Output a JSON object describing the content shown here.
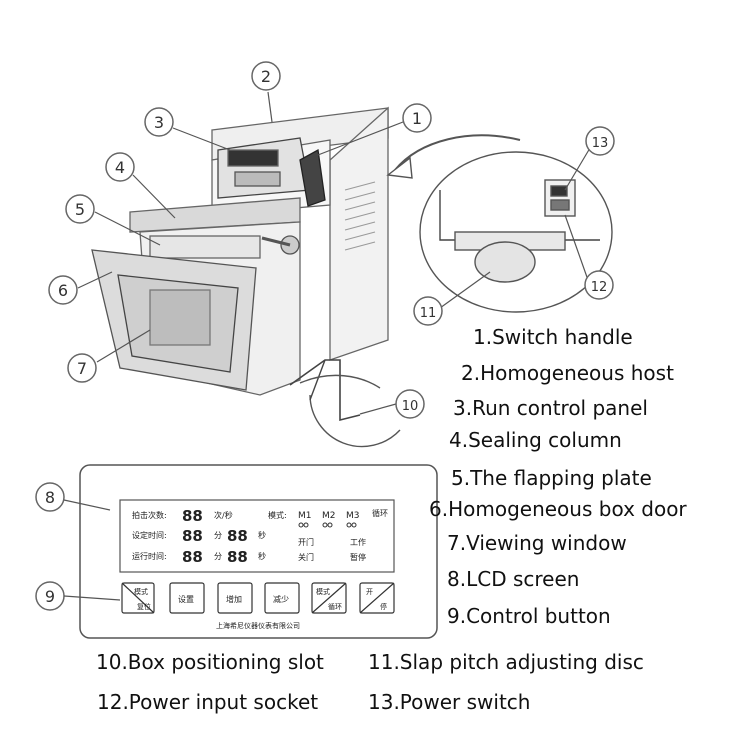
{
  "callouts": [
    "1",
    "2",
    "3",
    "4",
    "5",
    "6",
    "7",
    "8",
    "9",
    "10",
    "11",
    "12",
    "13"
  ],
  "legend": [
    "1.Switch handle",
    "2.Homogeneous host",
    "3.Run control panel",
    "4.Sealing column",
    "5.The flapping plate",
    "6.Homogeneous box door",
    "7.Viewing window",
    "8.LCD screen",
    "9.Control button",
    "10.Box positioning slot",
    "11.Slap pitch adjusting disc",
    "12.Power input socket",
    "13.Power switch"
  ],
  "lcd": {
    "row1_label": "拍击次数:",
    "row1_unit": "次/秒",
    "row2_label": "设定时间:",
    "row3_label": "运行时间:",
    "unit_min": "分",
    "unit_sec": "秒",
    "mode_label": "模式:",
    "modes": [
      "M1",
      "M2",
      "M3"
    ],
    "cycle": "循环",
    "door_open": "开门",
    "door_close": "关门",
    "work": "工作",
    "pause": "暂停",
    "digits": "88"
  },
  "buttons": {
    "b1_top": "模式",
    "b1_bottom": "复位",
    "b2": "设置",
    "b3": "增加",
    "b4": "减少",
    "b5_top": "模式",
    "b5_bottom": "循环",
    "b6_top": "开",
    "b6_bottom": "停"
  },
  "maker": "上海希尼仪器仪表有限公司",
  "colors": {
    "line": "#555555",
    "text": "#111111"
  }
}
